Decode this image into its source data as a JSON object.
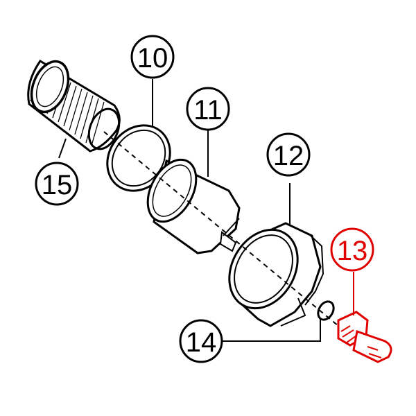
{
  "diagram": {
    "callouts": [
      {
        "id": "10",
        "label": "10",
        "part": "o-ring",
        "color": "#000000"
      },
      {
        "id": "11",
        "label": "11",
        "part": "filter-bowl",
        "color": "#000000"
      },
      {
        "id": "12",
        "label": "12",
        "part": "bowl-nut",
        "color": "#000000"
      },
      {
        "id": "13",
        "label": "13",
        "part": "drain-valve",
        "color": "#e00000",
        "highlighted": true
      },
      {
        "id": "14",
        "label": "14",
        "part": "small-o-ring",
        "color": "#000000"
      },
      {
        "id": "15",
        "label": "15",
        "part": "mesh-filter-element",
        "color": "#000000"
      }
    ],
    "colors": {
      "line": "#000000",
      "highlight": "#e00000",
      "background": "#ffffff"
    }
  }
}
